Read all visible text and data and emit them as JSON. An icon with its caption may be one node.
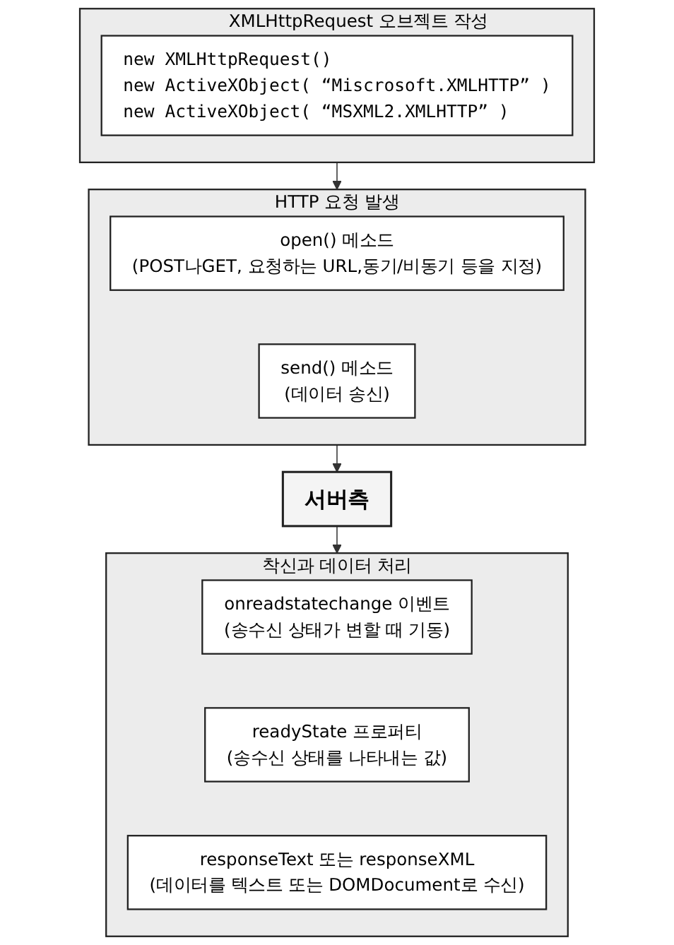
{
  "diagram": {
    "nodes": [
      {
        "text": [
          "XMLHttpRequest 오브젝트 작성"
        ]
      },
      {
        "text": [
          "new XMLHttpRequest()",
          "new ActiveXObject( “Miscrosoft.XMLHTTP” )",
          "new ActiveXObject( “MSXML2.XMLHTTP” )"
        ],
        "in": 0
      },
      {
        "text": [
          "HTTP 요청 발생"
        ]
      },
      {
        "text": [
          "open() 메소드",
          "(POST나GET, 요청하는 URL,동기/비동기 등을 지정)"
        ],
        "in": 2
      },
      {
        "text": [
          "send() 메소드",
          "(데이터 송신)"
        ],
        "in": 2
      },
      {
        "text": [
          "서버측"
        ]
      },
      {
        "text": [
          "착신과 데이터 처리"
        ]
      },
      {
        "text": [
          "onreadstatechange 이벤트",
          "(송수신 상태가 변할 때 기동)"
        ],
        "in": 6
      },
      {
        "text": [
          "readyState 프로퍼티",
          "(송수신 상태를 나타내는 값)"
        ],
        "in": 6
      },
      {
        "text": [
          "responseText 또는 responseXML",
          "(데이터를 텍스트 또는 DOMDocument로 수신)"
        ],
        "in": 6
      }
    ],
    "edges": [
      {
        "from": 0,
        "to": 2,
        "arrow": "to"
      },
      {
        "from": 2,
        "to": 5,
        "arrow": "to"
      },
      {
        "from": 5,
        "to": 6,
        "arrow": "to"
      }
    ]
  }
}
